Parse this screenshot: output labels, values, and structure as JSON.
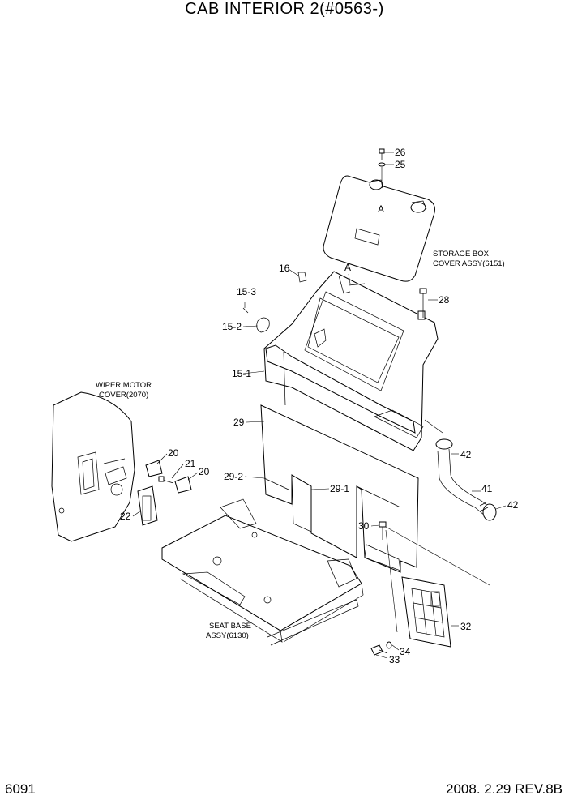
{
  "title": "CAB INTERIOR 2(#0563-)",
  "footer": {
    "page_number": "6091",
    "revision": "2008. 2.29 REV.8B"
  },
  "callouts": {
    "p26": "26",
    "p25": "25",
    "pA1": "A",
    "pA2": "A",
    "p16": "16",
    "p15_3": "15-3",
    "p15_2": "15-2",
    "p15_1": "15-1",
    "p28": "28",
    "p29": "29",
    "p29_1": "29-1",
    "p29_2": "29-2",
    "p42a": "42",
    "p41": "41",
    "p42b": "42",
    "p20a": "20",
    "p21": "21",
    "p20b": "20",
    "p22": "22",
    "p30": "30",
    "p32": "32",
    "p33": "33",
    "p34": "34"
  },
  "notes": {
    "storage_box_line1": "STORAGE BOX",
    "storage_box_line2": "COVER ASSY(6151)",
    "wiper_motor_line1": "WIPER MOTOR",
    "wiper_motor_line2": "COVER(2070)",
    "seat_base_line1": "SEAT BASE",
    "seat_base_line2": "ASSY(6130)"
  }
}
